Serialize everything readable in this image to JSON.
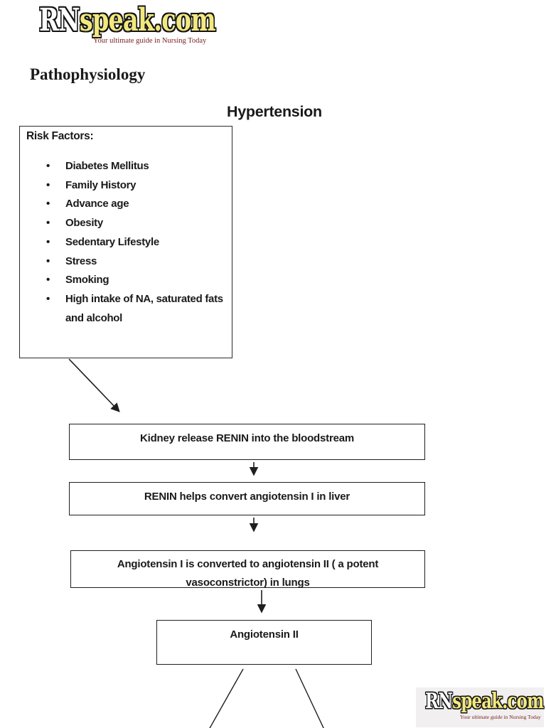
{
  "logo": {
    "name_part1": "RN",
    "name_part2": "speak.com",
    "tagline": "Your ultimate guide in Nursing Today"
  },
  "headings": {
    "section": "Pathophysiology",
    "diagram_title": "Hypertension"
  },
  "risk_factors": {
    "heading": "Risk Factors:",
    "items": [
      "Diabetes Mellitus",
      "Family History",
      "Advance age",
      "Obesity",
      "Sedentary Lifestyle",
      "Stress",
      "Smoking",
      "High intake of NA, saturated fats and alcohol"
    ]
  },
  "flow": {
    "steps": [
      "Kidney release RENIN into the bloodstream",
      "RENIN helps convert angiotensin I in liver",
      "Angiotensin I is converted to angiotensin II ( a potent vasoconstrictor) in lungs",
      "Angiotensin II"
    ]
  },
  "colors": {
    "logo_yellow": "#f2e97e",
    "logo_white": "#fdfdfd",
    "tagline_red": "#7b2020",
    "line_black": "#1f1f1f",
    "footer_logo_bg": "#f1efef"
  }
}
